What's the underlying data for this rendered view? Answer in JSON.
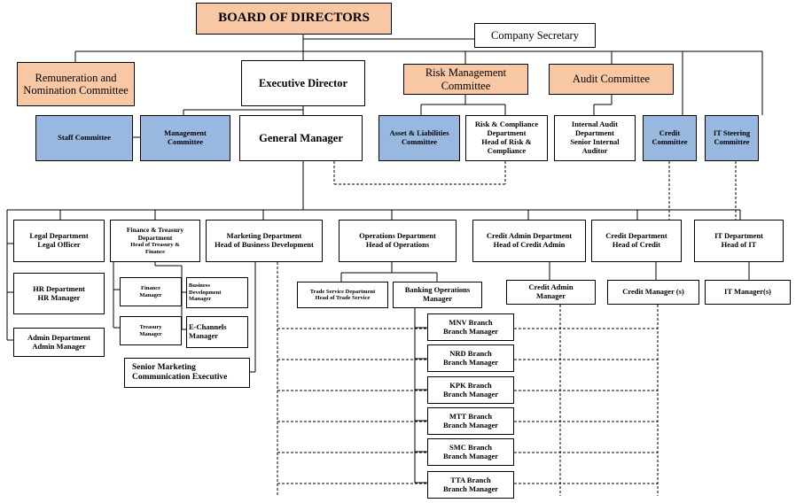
{
  "board": {
    "title": "BOARD OF DIRECTORS"
  },
  "secretary": {
    "title": "Company Secretary"
  },
  "remuneration": {
    "line1": "Remuneration and",
    "line2": "Nomination Committee"
  },
  "executive": {
    "title": "Executive Director"
  },
  "risk_mgmt": {
    "line1": "Risk Management",
    "line2": "Committee"
  },
  "audit_committee": {
    "title": "Audit Committee"
  },
  "staff_committee": {
    "title": "Staff Committee"
  },
  "management_committee": {
    "line1": "Management",
    "line2": "Committee"
  },
  "general_manager": {
    "title": "General Manager"
  },
  "alco": {
    "line1": "Asset & Liabilities",
    "line2": "Committee"
  },
  "risk_compliance": {
    "line1": "Risk & Compliance",
    "line2": "Department",
    "line3": "Head of Risk &",
    "line4": "Compliance"
  },
  "internal_audit": {
    "line1": "Internal Audit",
    "line2": "Department",
    "line3": "Senior Internal",
    "line4": "Auditor"
  },
  "credit_committee": {
    "line1": "Credit",
    "line2": "Committee"
  },
  "it_steering": {
    "line1": "IT Steering",
    "line2": "Committee"
  },
  "legal": {
    "line1": "Legal Department",
    "line2": "Legal Officer"
  },
  "hr": {
    "line1": "HR Department",
    "line2": "HR Manager"
  },
  "admin": {
    "line1": "Admin Department",
    "line2": "Admin Manager"
  },
  "finance": {
    "line1": "Finance & Treasury",
    "line2": "Department",
    "line3": "Head of Treasury &",
    "line4": "Finance"
  },
  "finance_manager": {
    "line1": "Finance",
    "line2": "Manager"
  },
  "treasury_manager": {
    "line1": "Treasury",
    "line2": "Manager"
  },
  "bd_manager": {
    "line1": "Business",
    "line2": "Development",
    "line3": "Manager"
  },
  "echannels": {
    "line1": "E-Channels",
    "line2": "Manager"
  },
  "marketing": {
    "line1": "Marketing Department",
    "line2": "Head of Business Development"
  },
  "smce": {
    "line1": "Senior Marketing",
    "line2": "Communication Executive"
  },
  "operations": {
    "line1": "Operations Department",
    "line2": "Head of Operations"
  },
  "trade_service": {
    "line1": "Trade Service Department",
    "line2": "Head of Trade Service"
  },
  "banking_ops": {
    "line1": "Banking Operations",
    "line2": "Manager"
  },
  "branches": [
    {
      "name": "MNV Branch",
      "role": "Branch Manager"
    },
    {
      "name": "NRD Branch",
      "role": "Branch Manager"
    },
    {
      "name": "KPK Branch",
      "role": "Branch Manager"
    },
    {
      "name": "MTT Branch",
      "role": "Branch Manager"
    },
    {
      "name": "SMC Branch",
      "role": "Branch Manager"
    },
    {
      "name": "TTA Branch",
      "role": "Branch Manager"
    }
  ],
  "credit_admin": {
    "line1": "Credit Admin Department",
    "line2": "Head of Credit Admin"
  },
  "credit_admin_manager": {
    "line1": "Credit Admin",
    "line2": "Manager"
  },
  "credit_dept": {
    "line1": "Credit Department",
    "line2": "Head of Credit"
  },
  "credit_managers": {
    "title": "Credit Manager (s)"
  },
  "it_dept": {
    "line1": "IT Department",
    "line2": "Head of IT"
  },
  "it_managers": {
    "title": "IT Manager(s)"
  },
  "colors": {
    "orange": "#f8c8a4",
    "blue": "#99b8e0"
  }
}
